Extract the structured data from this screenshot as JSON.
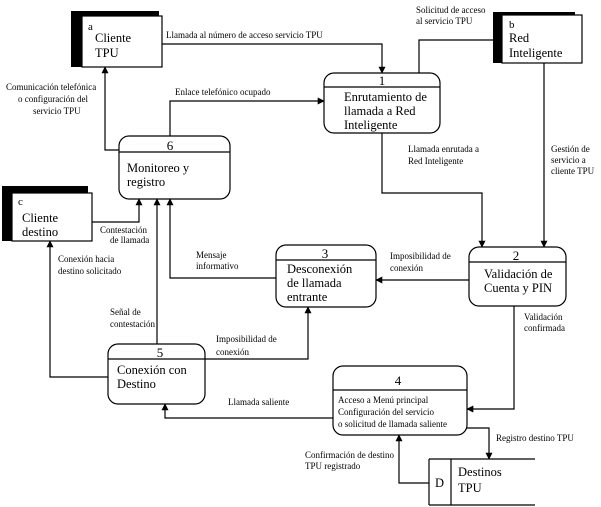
{
  "entities": {
    "a": {
      "letter": "a",
      "line1": "Cliente",
      "line2": "TPU"
    },
    "b": {
      "letter": "b",
      "line1": "Red",
      "line2": "Inteligente"
    },
    "c": {
      "letter": "c",
      "line1": "Cliente",
      "line2": "destino"
    }
  },
  "processes": {
    "p1": {
      "number": "1",
      "line1": "Enrutamiento de",
      "line2": "llamada a Red",
      "line3": "Inteligente"
    },
    "p2": {
      "number": "2",
      "line1": "Validación de",
      "line2": "Cuenta y PIN"
    },
    "p3": {
      "number": "3",
      "line1": "Desconexión",
      "line2": "de llamada",
      "line3": "entrante"
    },
    "p4": {
      "number": "4",
      "line1": "Acceso a Menú principal",
      "line2": "Configuración del servicio",
      "line3": "o solicitud de llamada  saliente"
    },
    "p5": {
      "number": "5",
      "line1": "Conexión con",
      "line2": "Destino"
    },
    "p6": {
      "number": "6",
      "line1": "Monitoreo y",
      "line2": "registro"
    }
  },
  "datastore": {
    "id": "D",
    "line1": "Destinos",
    "line2": "TPU"
  },
  "flows": {
    "a_to_p1": "Llamada al número de acceso servicio TPU",
    "p1_to_b_1": "Solicitud de acceso",
    "p1_to_b_2": "al servicio TPU",
    "b_to_p2_1": "Gestión de",
    "b_to_p2_2": "servicio  a",
    "b_to_p2_3": "cliente  TPU",
    "p1_to_p2_1": "Llamada enrutada a",
    "p1_to_p2_2": "Red Inteligente",
    "p6_to_p1": "Enlace telefónico ocupado",
    "p6_to_a_1": "Comunicación telefónica",
    "p6_to_a_2": "o configuración del",
    "p6_to_a_3": "servicio TPU",
    "c_to_p6_1": "Contestación",
    "c_to_p6_2": "de llamada",
    "p3_to_p6_1": "Mensaje",
    "p3_to_p6_2": "informativo",
    "p2_to_p3_1": "Imposibilidad de",
    "p2_to_p3_2": "conexión",
    "p5_to_c_1": "Conexión hacia",
    "p5_to_c_2": "destino solicitado",
    "p5_to_p6_1": "Señal de",
    "p5_to_p6_2": "contestación",
    "p5_to_p3_1": "Imposibilidad de",
    "p5_to_p3_2": "conexión",
    "p2_to_p4_1": "Validación",
    "p2_to_p4_2": "confirmada",
    "p4_to_p5": "Llamada  saliente",
    "p4_to_d": "Registro destino TPU",
    "d_to_p4_1": "Confirmación de destino",
    "d_to_p4_2": "TPU  registrado"
  }
}
